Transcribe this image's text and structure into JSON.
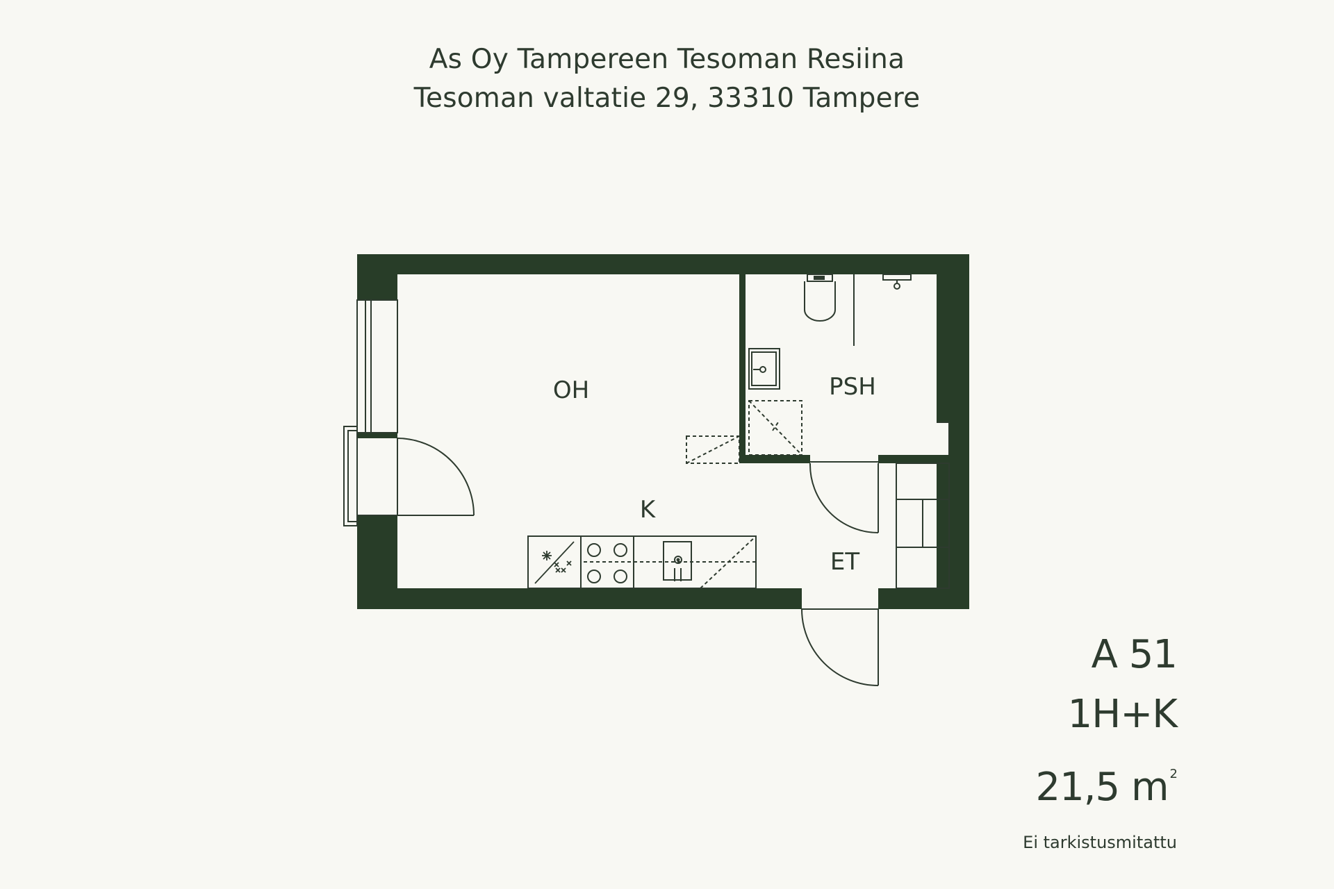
{
  "header": {
    "title": "As Oy Tampereen Tesoman Resiina",
    "address": "Tesoman valtatie 29, 33310 Tampere"
  },
  "rooms": {
    "oh": "OH",
    "psh": "PSH",
    "k": "K",
    "et": "ET"
  },
  "apartment": {
    "number": "A 51",
    "type": "1H+K",
    "area_value": "21,5 m",
    "area_exp": "2",
    "note": "Ei tarkistusmitattu"
  },
  "colors": {
    "wall": "#283d28",
    "line": "#2e3b2f",
    "background": "#f8f8f3"
  }
}
